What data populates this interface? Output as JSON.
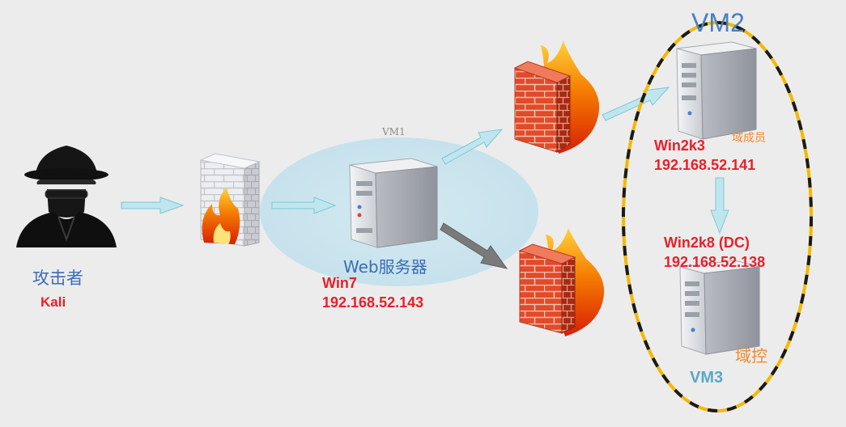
{
  "attacker": {
    "title": "攻击者",
    "os": "Kali"
  },
  "vm1": {
    "label": "VM1",
    "role": "Web服务器",
    "os": "Win7",
    "ip": "192.168.52.143"
  },
  "vm2": {
    "label": "VM2",
    "os": "Win2k3",
    "ip": "192.168.52.141",
    "role": "域成员"
  },
  "vm3": {
    "label": "VM3",
    "os": "Win2k8 (DC)",
    "ip": "192.168.52.138",
    "role": "域控"
  },
  "icons": {
    "attacker": "hacker-icon",
    "firewall": "firewall-icon",
    "server": "server-icon",
    "arrow": "arrow-icon"
  },
  "colors": {
    "background": "#ececec",
    "label_red": "#e8202a",
    "label_blue": "#3c6db4",
    "member_orange": "#f08a2c",
    "vm3_teal": "#5aa8c8",
    "ellipse_yellow": "#f5b800",
    "arrow_light_blue": "#a8dde8",
    "arrow_gray": "#707070"
  }
}
